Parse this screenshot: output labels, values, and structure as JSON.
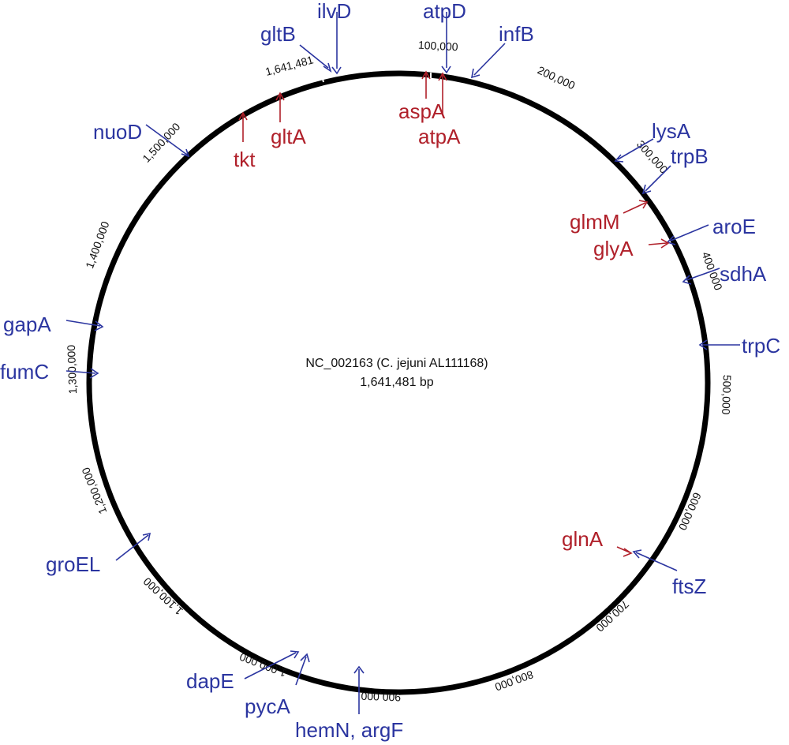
{
  "genome": {
    "title": "NC_002163 (C. jejuni AL111168)",
    "length_label": "1,641,481 bp"
  },
  "colors": {
    "ring": "#000000",
    "blue_genes": "#2b35a0",
    "red_genes": "#b0202a"
  },
  "ticks": {
    "t100k": "100,000",
    "t200k": "200,000",
    "t300k": "300,000",
    "t400k": "400,000",
    "t500k": "500,000",
    "t600k": "600,000",
    "t700k": "700,000",
    "t800k": "800,000",
    "t900k": "900,000",
    "t1000k": "1,000,000",
    "t1100k": "1,100,000",
    "t1200k": "1,200,000",
    "t1300k": "1,300,000",
    "t1400k": "1,400,000",
    "t1500k": "1,500,000",
    "tend": "1,641,481"
  },
  "genes": {
    "ilvD": "ilvD",
    "atpD": "atpD",
    "gltB": "gltB",
    "infB": "infB",
    "nuoD": "nuoD",
    "tkt": "tkt",
    "gltA": "gltA",
    "aspA": "aspA",
    "atpA": "atpA",
    "lysA": "lysA",
    "trpB": "trpB",
    "glmM": "glmM",
    "aroE": "aroE",
    "glyA": "glyA",
    "sdhA": "sdhA",
    "trpC": "trpC",
    "gapA": "gapA",
    "fumC": "fumC",
    "glnA": "glnA",
    "ftsZ": "ftsZ",
    "groEL": "groEL",
    "dapE": "dapE",
    "pycA": "pycA",
    "hemN_argF": "hemN, argF"
  }
}
